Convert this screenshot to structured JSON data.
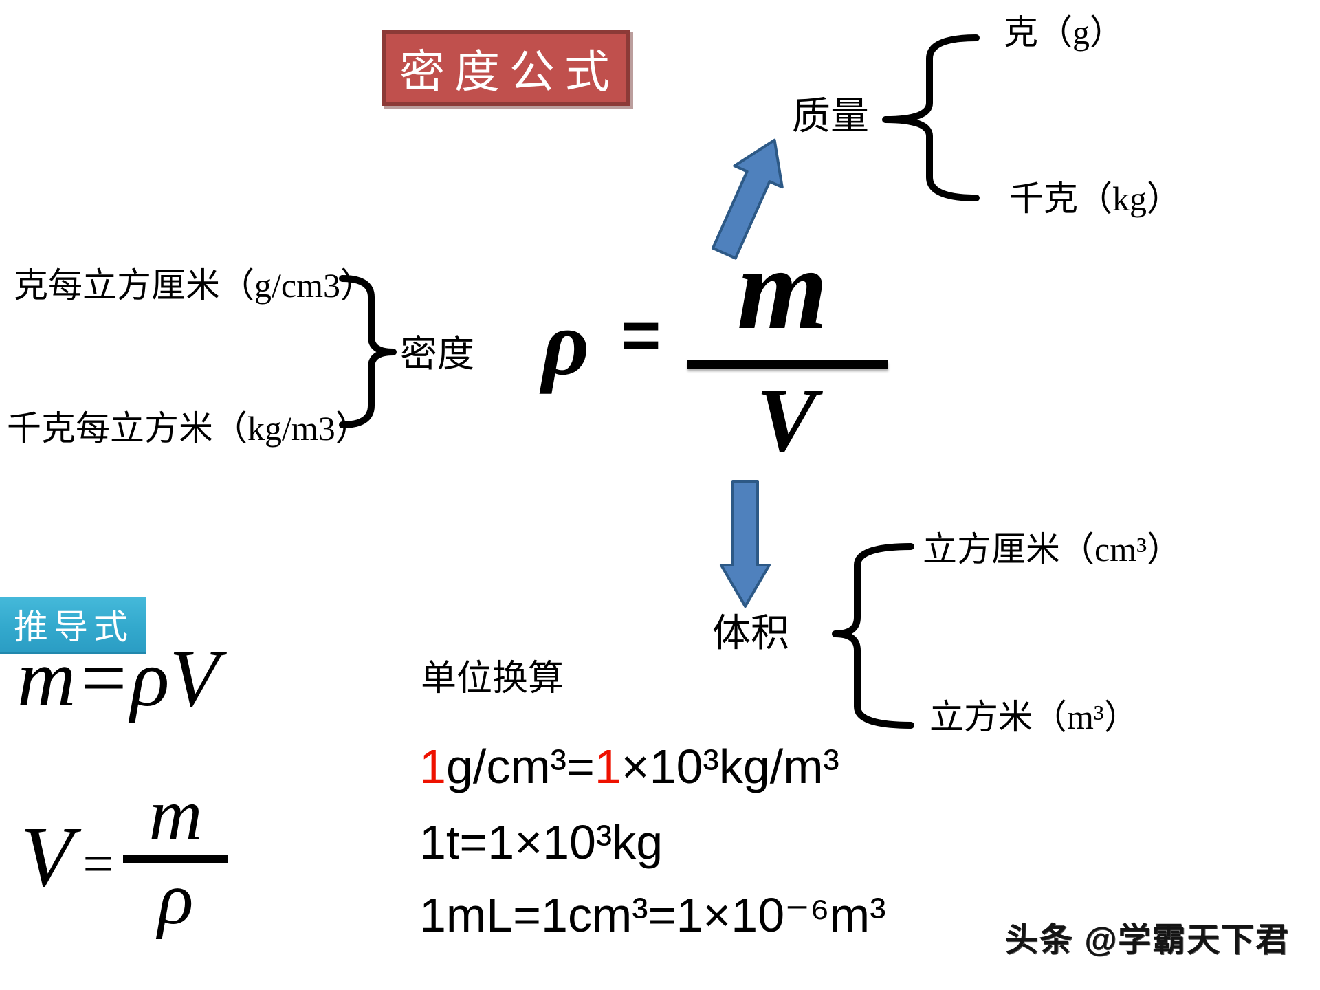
{
  "theme": {
    "title_bg": "#c0504d",
    "title_border": "#8c3a37",
    "teal_badge": "#33a9cd",
    "arrow_blue": "#4f81bd",
    "arrow_border": "#2d5986",
    "red_text": "#ee1100"
  },
  "title": {
    "text": "密度公式"
  },
  "formula": {
    "rho": "ρ",
    "equals": "=",
    "numerator": "m",
    "denominator": "V"
  },
  "mass": {
    "label": "质量",
    "units": [
      "克（g）",
      "千克（kg）"
    ]
  },
  "volume": {
    "label": "体积",
    "units": [
      "立方厘米（cm³）",
      "立方米（m³）"
    ]
  },
  "density": {
    "label": "密度",
    "units": [
      "克每立方厘米（g/cm3）",
      "千克每立方米（kg/m3）"
    ]
  },
  "derived": {
    "badge": "推导式",
    "formula1": "m=ρV",
    "formula2_lhs": "V",
    "formula2_eq": "=",
    "formula2_num": "m",
    "formula2_den": "ρ"
  },
  "unit_conversion": {
    "heading": "单位换算",
    "line1": {
      "red1": "1",
      "mid": "g/cm³=",
      "red2": "1",
      "rest": "×10³kg/m³"
    },
    "line2": "1t=1×10³kg",
    "line3": "1mL=1cm³=1×10⁻⁶m³"
  },
  "watermark": {
    "text": "头条 @学霸天下君"
  }
}
